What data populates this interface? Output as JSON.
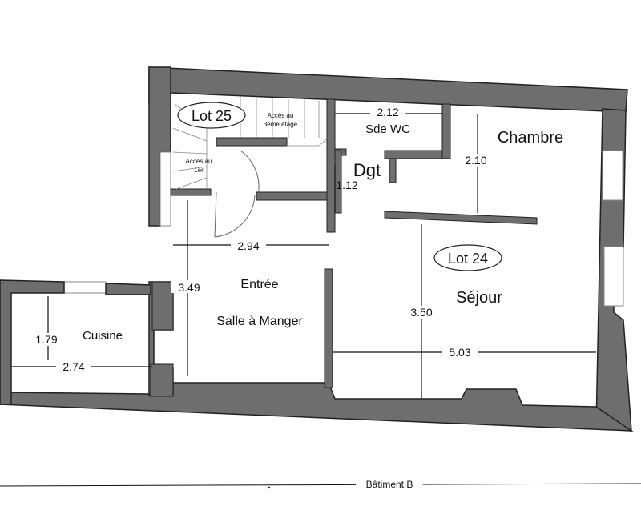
{
  "lots": {
    "left": "Lot 25",
    "right": "Lot 24"
  },
  "rooms": {
    "sde_wc": "Sde WC",
    "dgt": "Dgt",
    "chambre": "Chambre",
    "sejour": "Séjour",
    "entree": "Entrée",
    "salle_manger": "Salle à Manger",
    "cuisine": "Cuisine"
  },
  "stair_labels": {
    "upper_1": "Accès au",
    "upper_2": "3ème étage",
    "lower_1": "Accès au",
    "lower_2": "1er"
  },
  "dimensions": {
    "wc_width": "2.12",
    "chambre_depth": "2.10",
    "dgt_width": "1.12",
    "entree_width": "2.94",
    "salle_depth": "3.49",
    "sejour_depth": "3.50",
    "sejour_width": "5.03",
    "cuisine_depth": "1.79",
    "cuisine_width": "2.74"
  },
  "building_label": "Bâtiment B"
}
